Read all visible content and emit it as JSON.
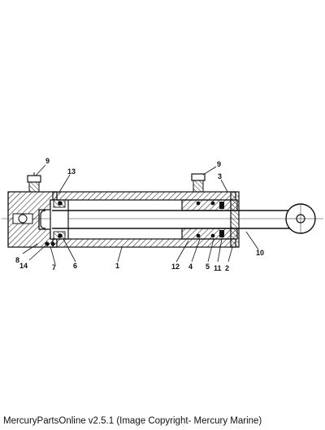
{
  "diagram": {
    "callouts": [
      {
        "id": "9a",
        "label": "9"
      },
      {
        "id": "13",
        "label": "13"
      },
      {
        "id": "9b",
        "label": "9"
      },
      {
        "id": "3",
        "label": "3"
      },
      {
        "id": "8",
        "label": "8"
      },
      {
        "id": "14",
        "label": "14"
      },
      {
        "id": "7",
        "label": "7"
      },
      {
        "id": "6",
        "label": "6"
      },
      {
        "id": "1",
        "label": "1"
      },
      {
        "id": "12",
        "label": "12"
      },
      {
        "id": "4",
        "label": "4"
      },
      {
        "id": "5",
        "label": "5"
      },
      {
        "id": "11",
        "label": "11"
      },
      {
        "id": "2",
        "label": "2"
      },
      {
        "id": "10",
        "label": "10"
      }
    ]
  },
  "footer": {
    "caption": "MercuryPartsOnline v2.5.1 (Image Copyright- Mercury Marine)"
  }
}
